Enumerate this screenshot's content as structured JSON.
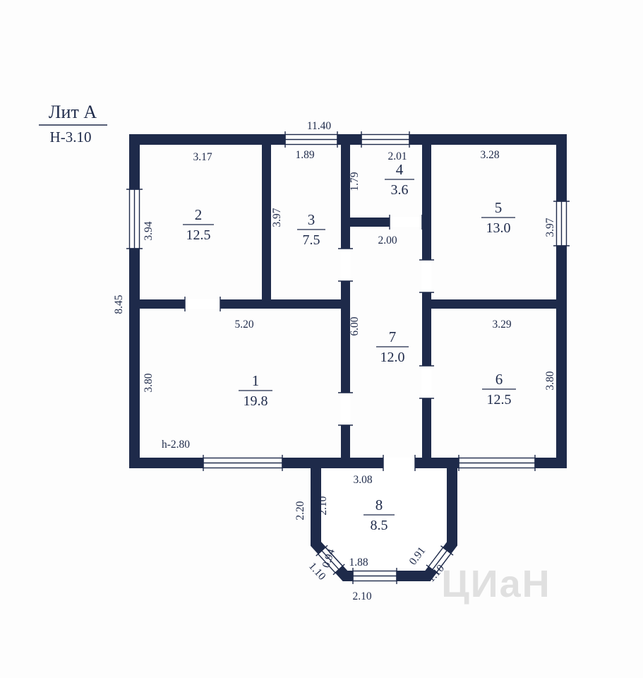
{
  "header": {
    "liter": "Лит А",
    "height_mark": "Н-3.10"
  },
  "overall": {
    "top_width": "11.40",
    "left_height": "8.45"
  },
  "rooms": {
    "r1": {
      "num": "1",
      "area": "19.8"
    },
    "r2": {
      "num": "2",
      "area": "12.5"
    },
    "r3": {
      "num": "3",
      "area": "7.5"
    },
    "r4": {
      "num": "4",
      "area": "3.6"
    },
    "r5": {
      "num": "5",
      "area": "13.0"
    },
    "r6": {
      "num": "6",
      "area": "12.5"
    },
    "r7": {
      "num": "7",
      "area": "12.0"
    },
    "r8": {
      "num": "8",
      "area": "8.5"
    }
  },
  "dims": {
    "r2_top": "3.17",
    "r2_left": "3.94",
    "r3_top": "1.89",
    "r3_left": "3.97",
    "r4_top": "2.01",
    "r4_left": "1.79",
    "r5_top": "3.28",
    "r5_right": "3.97",
    "r6_top": "3.29",
    "r6_right": "3.80",
    "r7_top": "2.00",
    "r7_left": "6.00",
    "r1_top": "5.20",
    "r1_left": "3.80",
    "r1_ceiling": "h-2.80",
    "r8_top": "3.08",
    "r8_outer_left": "2.20",
    "r8_inner_left": "2.10",
    "bay_left_a": "0.94",
    "bay_left_b": "1.10",
    "bay_inner": "1.88",
    "bay_right_a": "0.91",
    "bay_right_b": "1.10",
    "bay_outer": "2.10"
  },
  "watermark": "ЦИаН",
  "colors": {
    "wall": "#1e2a4a",
    "text": "#1e2a4a",
    "background": "#fdfdfd",
    "watermark": "#c9c9c9"
  }
}
